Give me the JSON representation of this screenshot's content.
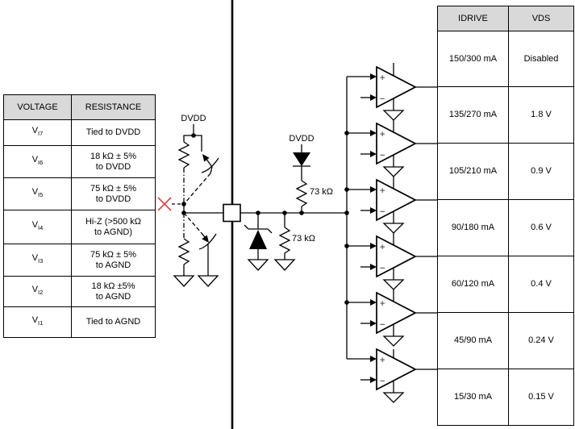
{
  "left_table": {
    "headers": [
      "VOLTAGE",
      "RESISTANCE"
    ],
    "rows": [
      {
        "v": "V",
        "sub": "I7",
        "line1": "Tied to DVDD",
        "line2": ""
      },
      {
        "v": "V",
        "sub": "I6",
        "line1": "18 kΩ ± 5%",
        "line2": "to DVDD"
      },
      {
        "v": "V",
        "sub": "I5",
        "line1": "75 kΩ ± 5%",
        "line2": "to DVDD"
      },
      {
        "v": "V",
        "sub": "I4",
        "line1": "Hi-Z (>500 kΩ",
        "line2": "to AGND)"
      },
      {
        "v": "V",
        "sub": "I3",
        "line1": "75 kΩ ± 5%",
        "line2": "to AGND"
      },
      {
        "v": "V",
        "sub": "I2",
        "line1": "18 kΩ ±5%",
        "line2": "to AGND"
      },
      {
        "v": "V",
        "sub": "I1",
        "line1": "Tied to AGND",
        "line2": ""
      }
    ]
  },
  "right_table": {
    "headers": [
      "IDRIVE",
      "VDS"
    ],
    "rows": [
      {
        "idrive": "150/300 mA",
        "vds": "Disabled"
      },
      {
        "idrive": "135/270 mA",
        "vds": "1.8 V"
      },
      {
        "idrive": "105/210 mA",
        "vds": "0.9 V"
      },
      {
        "idrive": "90/180 mA",
        "vds": "0.6 V"
      },
      {
        "idrive": "60/120 mA",
        "vds": "0.4 V"
      },
      {
        "idrive": "45/90 mA",
        "vds": "0.24 V"
      },
      {
        "idrive": "15/30 mA",
        "vds": "0.15 V"
      }
    ]
  },
  "circuit": {
    "dvdd_label_left": "DVDD",
    "dvdd_label_right": "DVDD",
    "pullup_resistor_label": "73 kΩ",
    "pulldown_resistor_label": "73 kΩ",
    "comparator_plus": "+",
    "comparator_minus": "−",
    "colors": {
      "wire": "#000000",
      "error_x": "#e04040",
      "table_header_bg": "#d9d9d9"
    }
  }
}
